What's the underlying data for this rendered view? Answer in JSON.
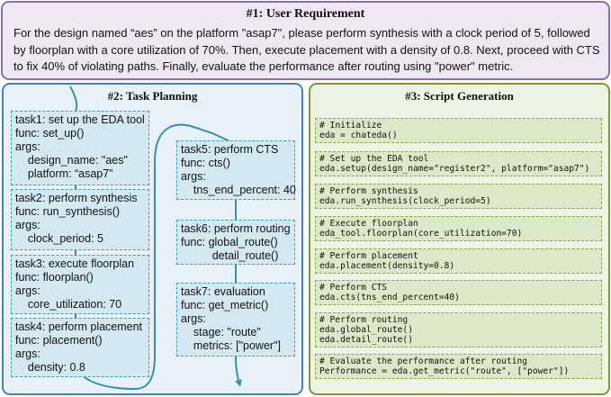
{
  "requirement": {
    "title": "#1: User Requirement",
    "text": "For the design named “aes” on the platform \"asap7\", please perform synthesis with a clock period of 5, followed by floorplan with a core utilization of 70%. Then, execute placement with a density of 0.8. Next, proceed with CTS to fix 40% of violating paths. Finally, evaluate the performance after routing using \"power\" metric."
  },
  "planning": {
    "title": "#2: Task Planning",
    "tasks": [
      {
        "lines": [
          "task1: set up the EDA tool",
          "func: set_up()",
          "args:",
          "    design_name: \"aes\"",
          "    platform: “asap7”"
        ]
      },
      {
        "lines": [
          "task2: perform synthesis",
          "func: run_synthesis()",
          "args:",
          "    clock_period: 5"
        ]
      },
      {
        "lines": [
          "task3: execute floorplan",
          "func: floorplan()",
          "args:",
          "    core_utilization: 70"
        ]
      },
      {
        "lines": [
          "task4: perform placement",
          "func: placement()",
          "args:",
          "    density: 0.8"
        ]
      },
      {
        "lines": [
          "task5: perform CTS",
          "func: cts()",
          "args:",
          "    tns_end_percent: 40"
        ]
      },
      {
        "lines": [
          "task6: perform routing",
          "func: global_route()",
          "          detail_route()"
        ]
      },
      {
        "lines": [
          "task7: evaluation",
          "func: get_metric()",
          "args:",
          "    stage: \"route\"",
          "    metrics: [\"power\"]"
        ]
      }
    ]
  },
  "script": {
    "title": "#3: Script Generation",
    "blocks": [
      {
        "lines": [
          "# Initialize",
          "eda = chateda()"
        ]
      },
      {
        "lines": [
          "# Set up the EDA tool",
          "eda.setup(design_name=\"register2\", platform=\"asap7\")"
        ]
      },
      {
        "lines": [
          "# Perform synthesis",
          "eda.run_synthesis(clock_period=5)"
        ]
      },
      {
        "lines": [
          "# Execute floorplan",
          "eda_tool.floorplan(core_utilization=70)"
        ]
      },
      {
        "lines": [
          "# Perform placement",
          "eda.placement(density=0.8)"
        ]
      },
      {
        "lines": [
          "# Perform CTS",
          "eda.cts(tns_end_percent=40)"
        ]
      },
      {
        "lines": [
          "# Perform routing",
          "eda.global_route()",
          "eda.detail_route()"
        ]
      },
      {
        "lines": [
          "# Evaluate the performance after routing",
          "Performance = eda.get_metric(\"route\", [\"power\"])"
        ]
      }
    ]
  },
  "colors": {
    "requirement_border": "#8c6ea8",
    "planning_border": "#3f86b8",
    "planning_arrow": "#3a8fa8",
    "script_border": "#7a9a3a",
    "script_arrow": "#8aa84a"
  }
}
